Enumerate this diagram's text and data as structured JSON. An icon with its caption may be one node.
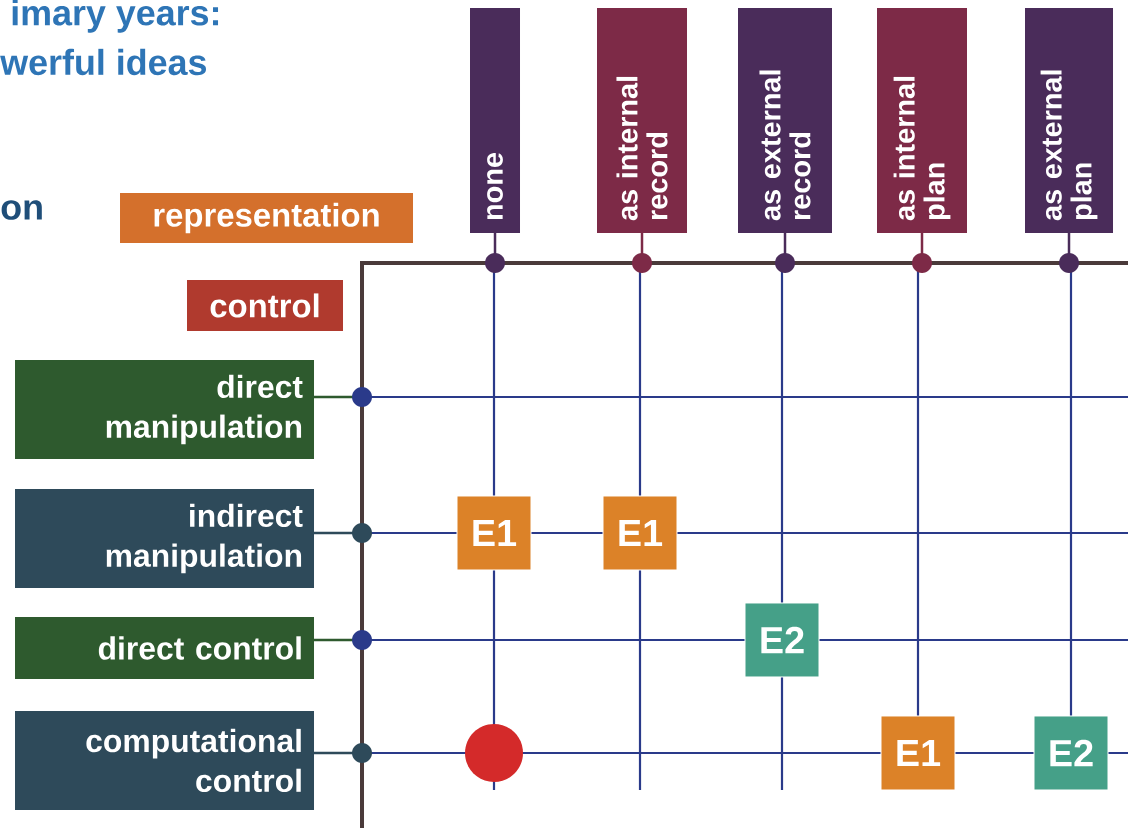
{
  "diagram": {
    "nodes": [
      {
        "text": [
          "representation"
        ]
      },
      {
        "text": [
          "control"
        ]
      },
      {
        "text": [
          "none"
        ]
      },
      {
        "text": [
          "as internal record"
        ]
      },
      {
        "text": [
          "as external record"
        ]
      },
      {
        "text": [
          "as internal plan"
        ]
      },
      {
        "text": [
          "as external plan"
        ]
      },
      {
        "text": [
          "direct manipulation"
        ]
      },
      {
        "text": [
          "indirect manipulation"
        ]
      },
      {
        "text": [
          "direct control"
        ]
      },
      {
        "text": [
          "computational control"
        ]
      },
      {
        "text": [
          "E1"
        ]
      },
      {
        "text": [
          "E1"
        ]
      },
      {
        "text": [
          "E2"
        ]
      },
      {
        "text": [],
        "shape": "circle"
      },
      {
        "text": [
          "E1"
        ]
      },
      {
        "text": [
          "E2"
        ]
      }
    ],
    "labels": [
      "imary years:",
      "werful ideas",
      "on"
    ]
  }
}
